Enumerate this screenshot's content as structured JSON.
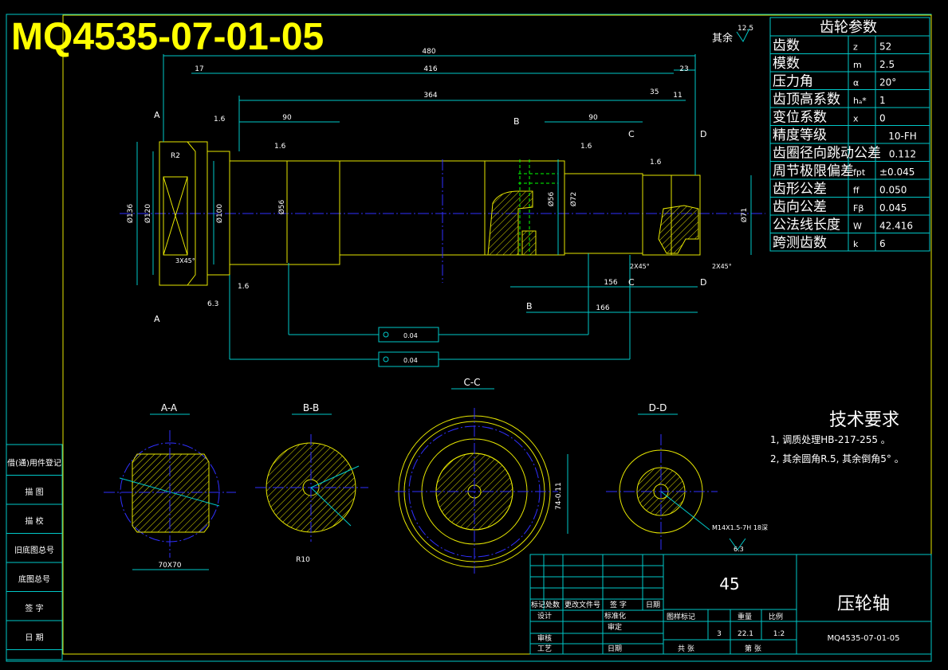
{
  "drawing": {
    "code_large": "MQ4535-07-01-05",
    "part_name": "压轮轴",
    "material": "45",
    "code_small": "MQ4535-07-01-05",
    "roughness_rest_label": "其余",
    "roughness_rest_value": "12.5"
  },
  "gear_table": {
    "title": "齿轮参数",
    "rows": [
      {
        "name": "齿数",
        "symbol": "z",
        "value": "52"
      },
      {
        "name": "模数",
        "symbol": "m",
        "value": "2.5"
      },
      {
        "name": "压力角",
        "symbol": "α",
        "value": "20°"
      },
      {
        "name": "齿顶高系数",
        "symbol": "hₐ*",
        "value": "1"
      },
      {
        "name": "变位系数",
        "symbol": "x",
        "value": "0"
      },
      {
        "name": "精度等级",
        "symbol": "",
        "value": "10-FH"
      },
      {
        "name": "齿圈径向跳动公差",
        "symbol": "",
        "value": "0.112"
      },
      {
        "name": "周节极限偏差",
        "symbol": "fpt",
        "value": "±0.045"
      },
      {
        "name": "齿形公差",
        "symbol": "ff",
        "value": "0.050"
      },
      {
        "name": "齿向公差",
        "symbol": "Fβ",
        "value": "0.045"
      },
      {
        "name": "公法线长度",
        "symbol": "W",
        "value": "42.416"
      },
      {
        "name": "跨测齿数",
        "symbol": "k",
        "value": "6"
      }
    ]
  },
  "tech_req": {
    "title": "技术要求",
    "line1": "1, 调质处理HB-217-255     。",
    "line2": "2, 其余圆角R.5, 其余倒角5°  。"
  },
  "left_column": [
    "借(通)用件登记",
    "描  图",
    "描  校",
    "旧底图总号",
    "底图总号",
    "签  字",
    "日  期"
  ],
  "title_block": {
    "h_marks": "标记",
    "h_count": "处数",
    "h_doc": "更改文件号",
    "h_sign": "签 字",
    "h_date": "日期",
    "design": "设计",
    "standard": "标准化",
    "review": "审定",
    "check": "审核",
    "process": "工艺",
    "date": "日期",
    "h_stage": "图样标记",
    "h_weight": "重量",
    "h_scale": "比例",
    "sheets_count": "3",
    "weight": "22.1",
    "scale": "1:2",
    "total_label": "共    张",
    "sheet_label": "第    张"
  },
  "sections": {
    "aa": "A-A",
    "bb": "B-B",
    "cc": "C-C",
    "dd": "D-D",
    "aa_dim": "70X70",
    "bb_dim": "R10",
    "cc_dim": "74-0.11",
    "dd_thread": "M14X1.5-7H 18深",
    "dd_rough": "6.3"
  },
  "dims": {
    "d480": "480",
    "d416": "416",
    "d364": "364",
    "d90a": "90",
    "d90b": "90",
    "d17": "17",
    "d23": "23",
    "d35": "35",
    "d11": "11",
    "d156": "156",
    "d166": "166",
    "r16a": "1.6",
    "r16b": "1.6",
    "r16c": "1.6",
    "r16d": "1.6",
    "r16e": "1.6",
    "r63": "6.3",
    "tol1": "0.04",
    "tol2": "0.04",
    "phi136": "Ø136",
    "phi120": "Ø120",
    "phi100": "Ø100",
    "phi56": "Ø56",
    "phi72": "Ø72",
    "phi71": "Ø71",
    "ch1": "2X45°",
    "ch2": "2X45°",
    "r2": "R2",
    "ch3": "3X45°",
    "a": "A",
    "b": "B",
    "c": "C",
    "d": "D"
  },
  "colors": {
    "frame": "#e6e600",
    "lines": "#00c8c8",
    "center": "#3030ff",
    "text": "#ffffff"
  }
}
